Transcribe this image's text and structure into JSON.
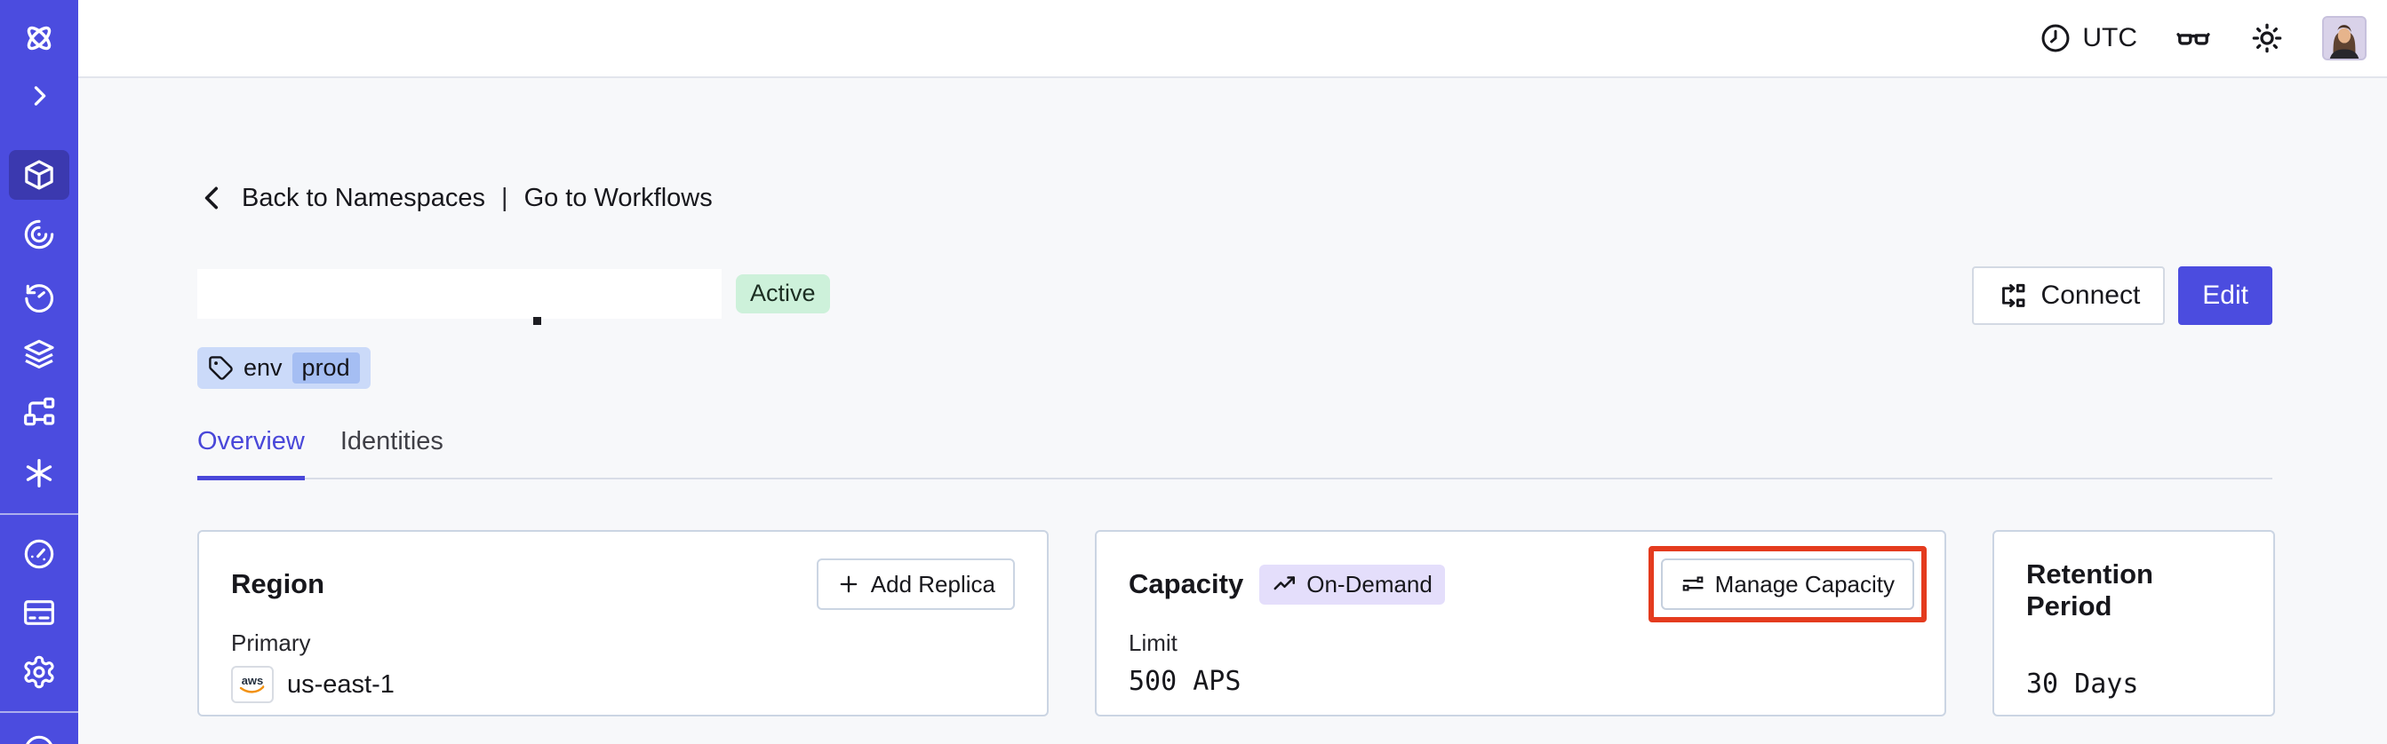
{
  "topbar": {
    "timezone": "UTC"
  },
  "sidebar": {
    "items": [
      "temporal-logo",
      "expand-chevron",
      "namespaces",
      "workflows",
      "schedules",
      "batch-operations",
      "deployments",
      "nexus",
      "usage",
      "billing",
      "settings",
      "help"
    ],
    "active_item": "namespaces"
  },
  "breadcrumb": {
    "back_label": "Back to Namespaces",
    "separator": "|",
    "go_label": "Go to Workflows"
  },
  "header": {
    "status": "Active",
    "tag_key": "env",
    "tag_value": "prod",
    "connect_label": "Connect",
    "edit_label": "Edit"
  },
  "tabs": {
    "items": [
      {
        "label": "Overview",
        "active": true
      },
      {
        "label": "Identities",
        "active": false
      }
    ]
  },
  "cards": {
    "region": {
      "title": "Region",
      "add_replica_label": "Add Replica",
      "primary_label": "Primary",
      "provider_label": "aws",
      "value": "us-east-1"
    },
    "capacity": {
      "title": "Capacity",
      "badge": "On-Demand",
      "manage_label": "Manage Capacity",
      "limit_label": "Limit",
      "value": "500 APS"
    },
    "retention": {
      "title": "Retention Period",
      "value": "30 Days"
    }
  },
  "colors": {
    "accent_indigo": "#4B4CDF",
    "sidebar_active": "#3B39AF",
    "active_badge_bg": "#CDF1DA",
    "ondemand_badge_bg": "#E4DEFB",
    "tag_bg": "#CBDAF9",
    "tag_value_bg": "#A5BEF3",
    "highlight_box": "#E43B1E",
    "card_border": "#CBD5E3"
  }
}
